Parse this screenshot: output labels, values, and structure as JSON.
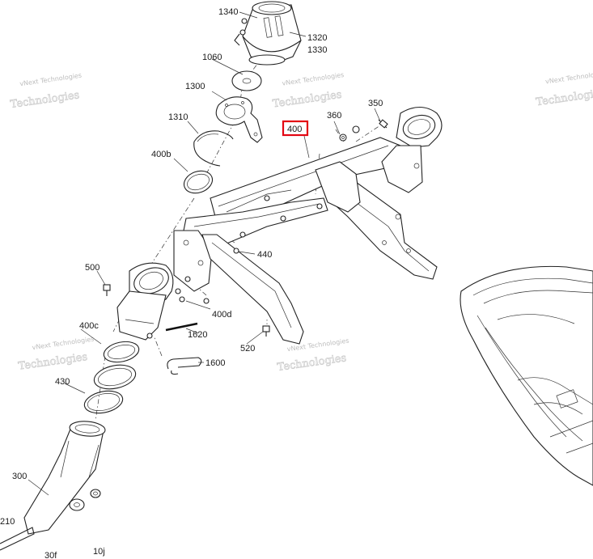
{
  "diagram": {
    "highlight_color": "#e30613",
    "highlighted_part": "400",
    "parts": [
      {
        "id": "p1340",
        "label": "1340"
      },
      {
        "id": "p1320",
        "label": "1320"
      },
      {
        "id": "p1330",
        "label": "1330"
      },
      {
        "id": "p1060",
        "label": "1060"
      },
      {
        "id": "p1300",
        "label": "1300"
      },
      {
        "id": "p1310",
        "label": "1310"
      },
      {
        "id": "p400b",
        "label": "400b"
      },
      {
        "id": "p400",
        "label": "400"
      },
      {
        "id": "p360",
        "label": "360"
      },
      {
        "id": "p350",
        "label": "350"
      },
      {
        "id": "p440",
        "label": "440"
      },
      {
        "id": "p500",
        "label": "500"
      },
      {
        "id": "p400d",
        "label": "400d"
      },
      {
        "id": "p400c",
        "label": "400c"
      },
      {
        "id": "p1620",
        "label": "1620"
      },
      {
        "id": "p520",
        "label": "520"
      },
      {
        "id": "p1600",
        "label": "1600"
      },
      {
        "id": "p430",
        "label": "430"
      },
      {
        "id": "p300",
        "label": "300"
      },
      {
        "id": "p210",
        "label": "210"
      },
      {
        "id": "p30f",
        "label": "30f"
      },
      {
        "id": "p10j",
        "label": "10j"
      }
    ],
    "watermark": {
      "line1": "vNext Technologies",
      "line2": "Technologies"
    }
  }
}
